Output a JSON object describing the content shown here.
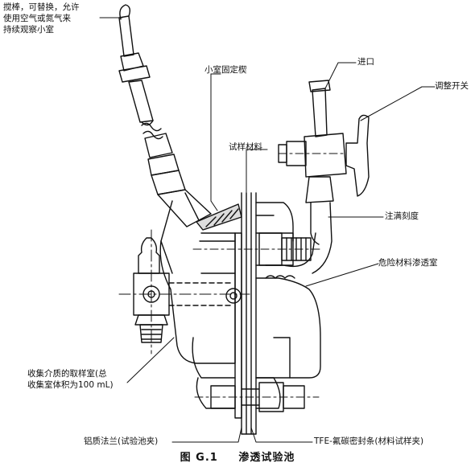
{
  "figure": {
    "caption_number": "图 G.1",
    "caption_title": "渗透试验池"
  },
  "labels": {
    "stirrer": [
      "搅棒，可替换，允许",
      "使用空气或氮气来",
      "持续观察小室"
    ],
    "chamber_fixing_wedge": "小室固定楔",
    "inlet": "进口",
    "adjust_switch": "调整开关",
    "sample_material": "试样材料",
    "graduation": "注满刻度",
    "hazard_chamber": "危险材料渗透室",
    "collection_chamber": [
      "收集介质的取样室(总",
      "收集室体积为100 mL)"
    ],
    "aluminum_flange": "铝质法兰(试验池夹)",
    "tfe_gasket": "TFE-氟碳密封条(材料试样夹)"
  }
}
